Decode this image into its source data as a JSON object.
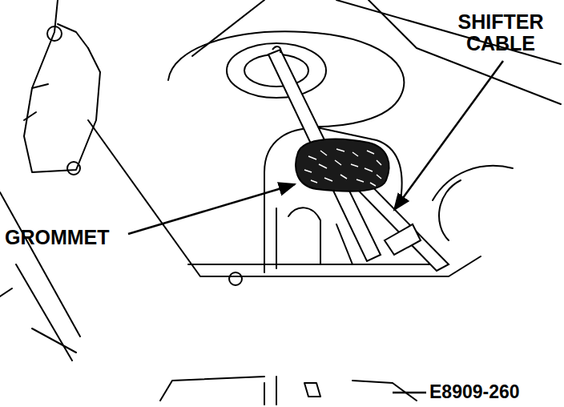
{
  "diagram": {
    "labels": [
      "SHIFTER CABLE",
      "GROMMET",
      "E8909-260"
    ]
  }
}
